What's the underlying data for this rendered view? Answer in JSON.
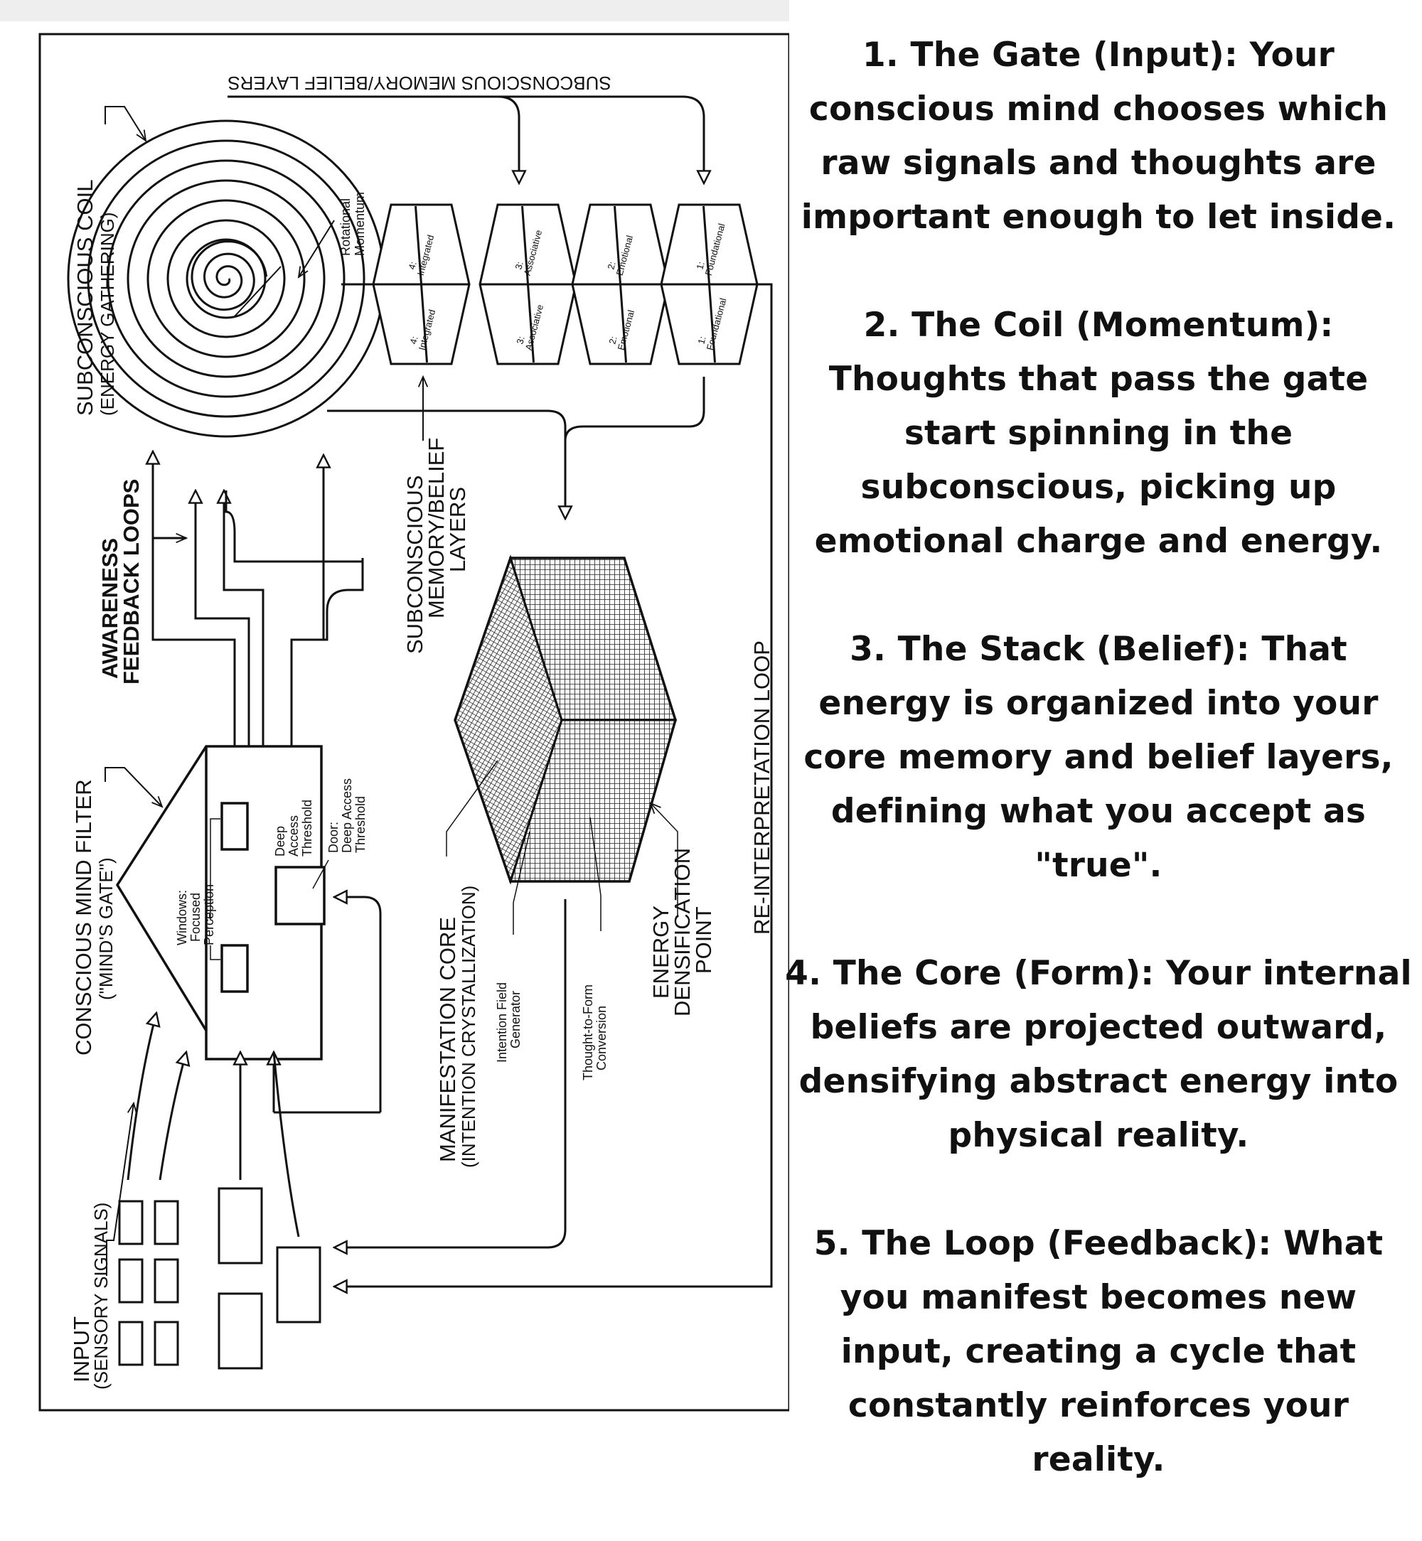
{
  "diagram": {
    "top_label": "SUBCONSCIOUS MEMORY/BELIEF LAYERS",
    "coil_label": [
      "SUBCONSCIOUS COIL",
      "(ENERGY GATHERING)"
    ],
    "rotational_label": [
      "Rotational",
      "Momentum"
    ],
    "blocks": [
      {
        "top": [
          "4:",
          "Integrated"
        ],
        "front": [
          "4:",
          "Integrated"
        ]
      },
      {
        "top": [
          "3:",
          "Associative"
        ],
        "front": [
          "3:",
          "Associative"
        ]
      },
      {
        "top": [
          "2:",
          "Emotional"
        ],
        "front": [
          "2:",
          "Emotional"
        ]
      },
      {
        "top": [
          "1:",
          "Foundational"
        ],
        "front": [
          "1:",
          "Foundational"
        ]
      }
    ],
    "layers_label": [
      "SUBCONSCIOUS",
      "MEMORY/BELIEF",
      "LAYERS"
    ],
    "feedback_label": [
      "AWARENESS",
      "FEEDBACK LOOPS"
    ],
    "filter_label": [
      "CONSCIOUS MIND FILTER",
      "(\"MIND'S GATE\")"
    ],
    "windows_label": [
      "Windows:",
      "Focused",
      "Perception"
    ],
    "deep_access_label": [
      "Deep",
      "Access",
      "Threshold"
    ],
    "door_label": [
      "Door:",
      "Deep Access",
      "Threshold"
    ],
    "core_label": [
      "MANIFESTATION CORE",
      "(INTENTION CRYSTALLIZATION)"
    ],
    "intention_label": [
      "Intention Field",
      "Generator"
    ],
    "thought_form_label": [
      "Thought-to-Form",
      "Conversion"
    ],
    "energy_label": [
      "ENERGY",
      "DENSIFICATION",
      "POINT"
    ],
    "reinterpretation_label": "RE-INTERPRETATION LOOP",
    "input_label": [
      "INPUT",
      "(SENSORY SIGNALS)"
    ]
  },
  "steps": [
    "1. The Gate (Input): Your conscious mind chooses which raw signals and thoughts are important enough to let inside.",
    "2. The Coil (Momentum): Thoughts that pass the gate start spinning in the subconscious, picking up emotional charge and energy.",
    "3. The Stack (Belief): That energy is organized into your core memory and belief layers, defining what you accept as \"true\".",
    "4. The Core (Form): Your internal beliefs are projected outward, densifying abstract energy into physical reality.",
    "5. The Loop (Feedback): What you manifest becomes new input, creating a cycle that constantly reinforces your reality."
  ],
  "colors": {
    "ink": "#111111",
    "background": "#ffffff",
    "frame": "#e6e6e6"
  }
}
